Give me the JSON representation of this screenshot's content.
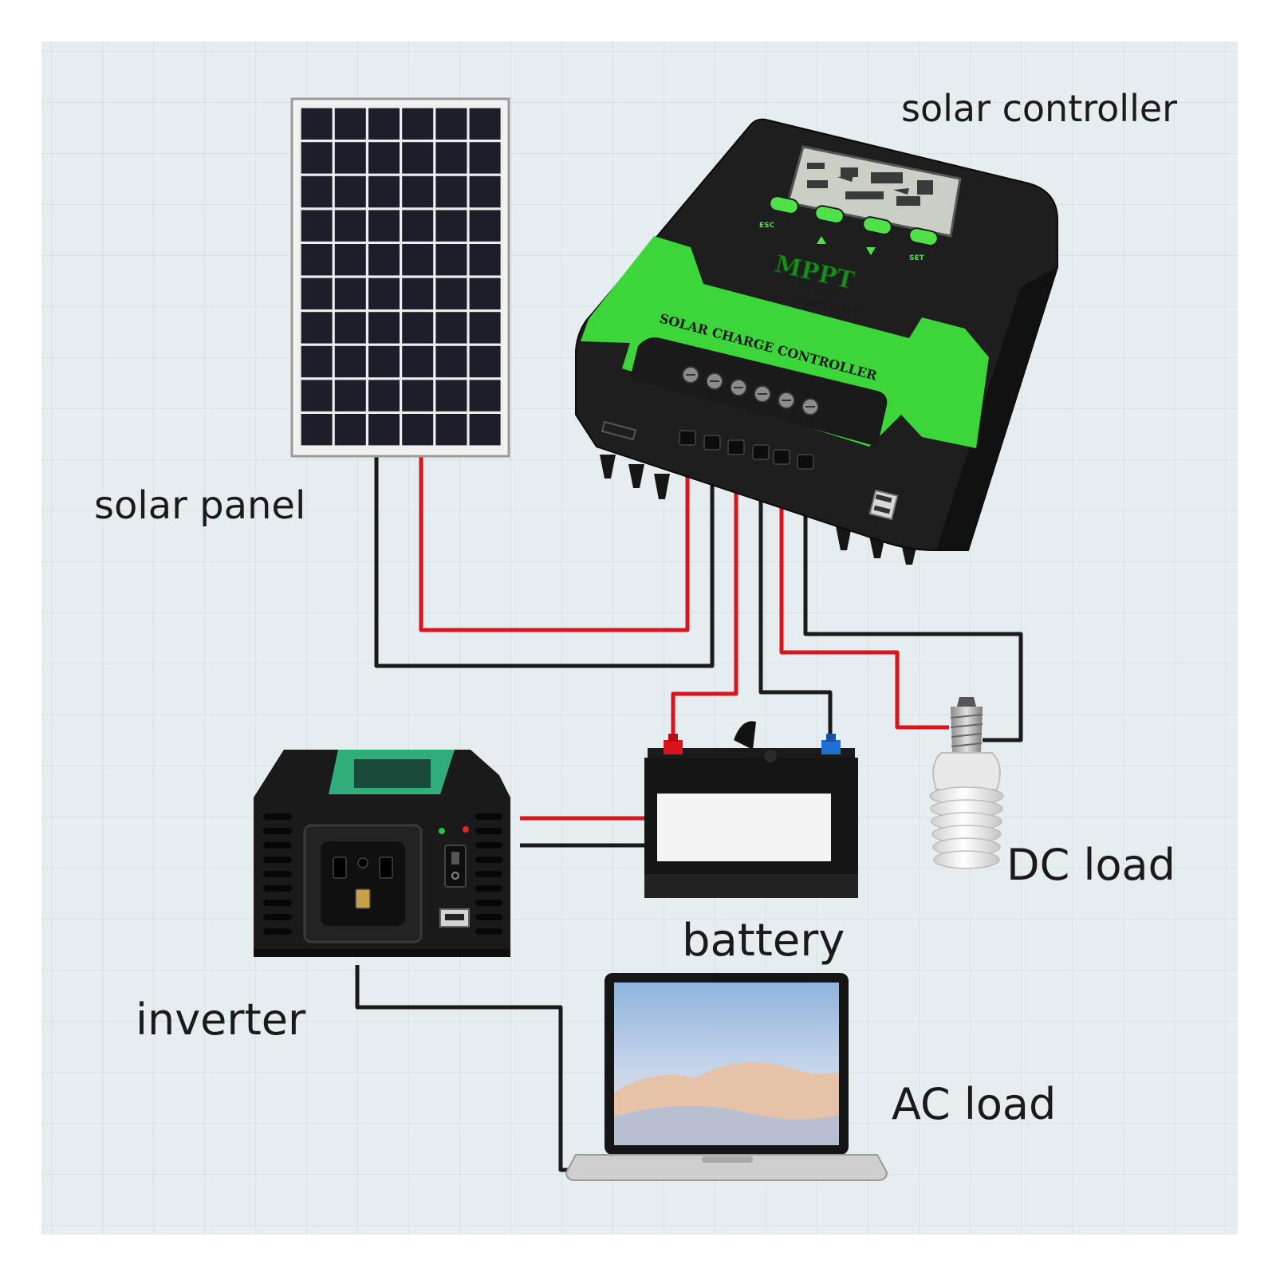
{
  "labels": {
    "solar_controller": "solar controller",
    "solar_panel": "solar panel",
    "battery": "battery",
    "dc_load": "DC load",
    "inverter": "inverter",
    "ac_load": "AC load"
  },
  "device_text": {
    "brand": "MPPT",
    "tagline_1": "for solar",
    "tagline_2": "off-grid system",
    "product_name": "SOLAR CHARGE CONTROLLER",
    "button_left": "ESC",
    "button_right": "SET"
  },
  "colors": {
    "background": "#e6edf0",
    "grid_line": "#d4dde1",
    "positive_wire": "#d9141c",
    "negative_wire": "#1a1a1a",
    "controller_green": "#3dd63a",
    "panel_cell": "#1c1f2a"
  }
}
